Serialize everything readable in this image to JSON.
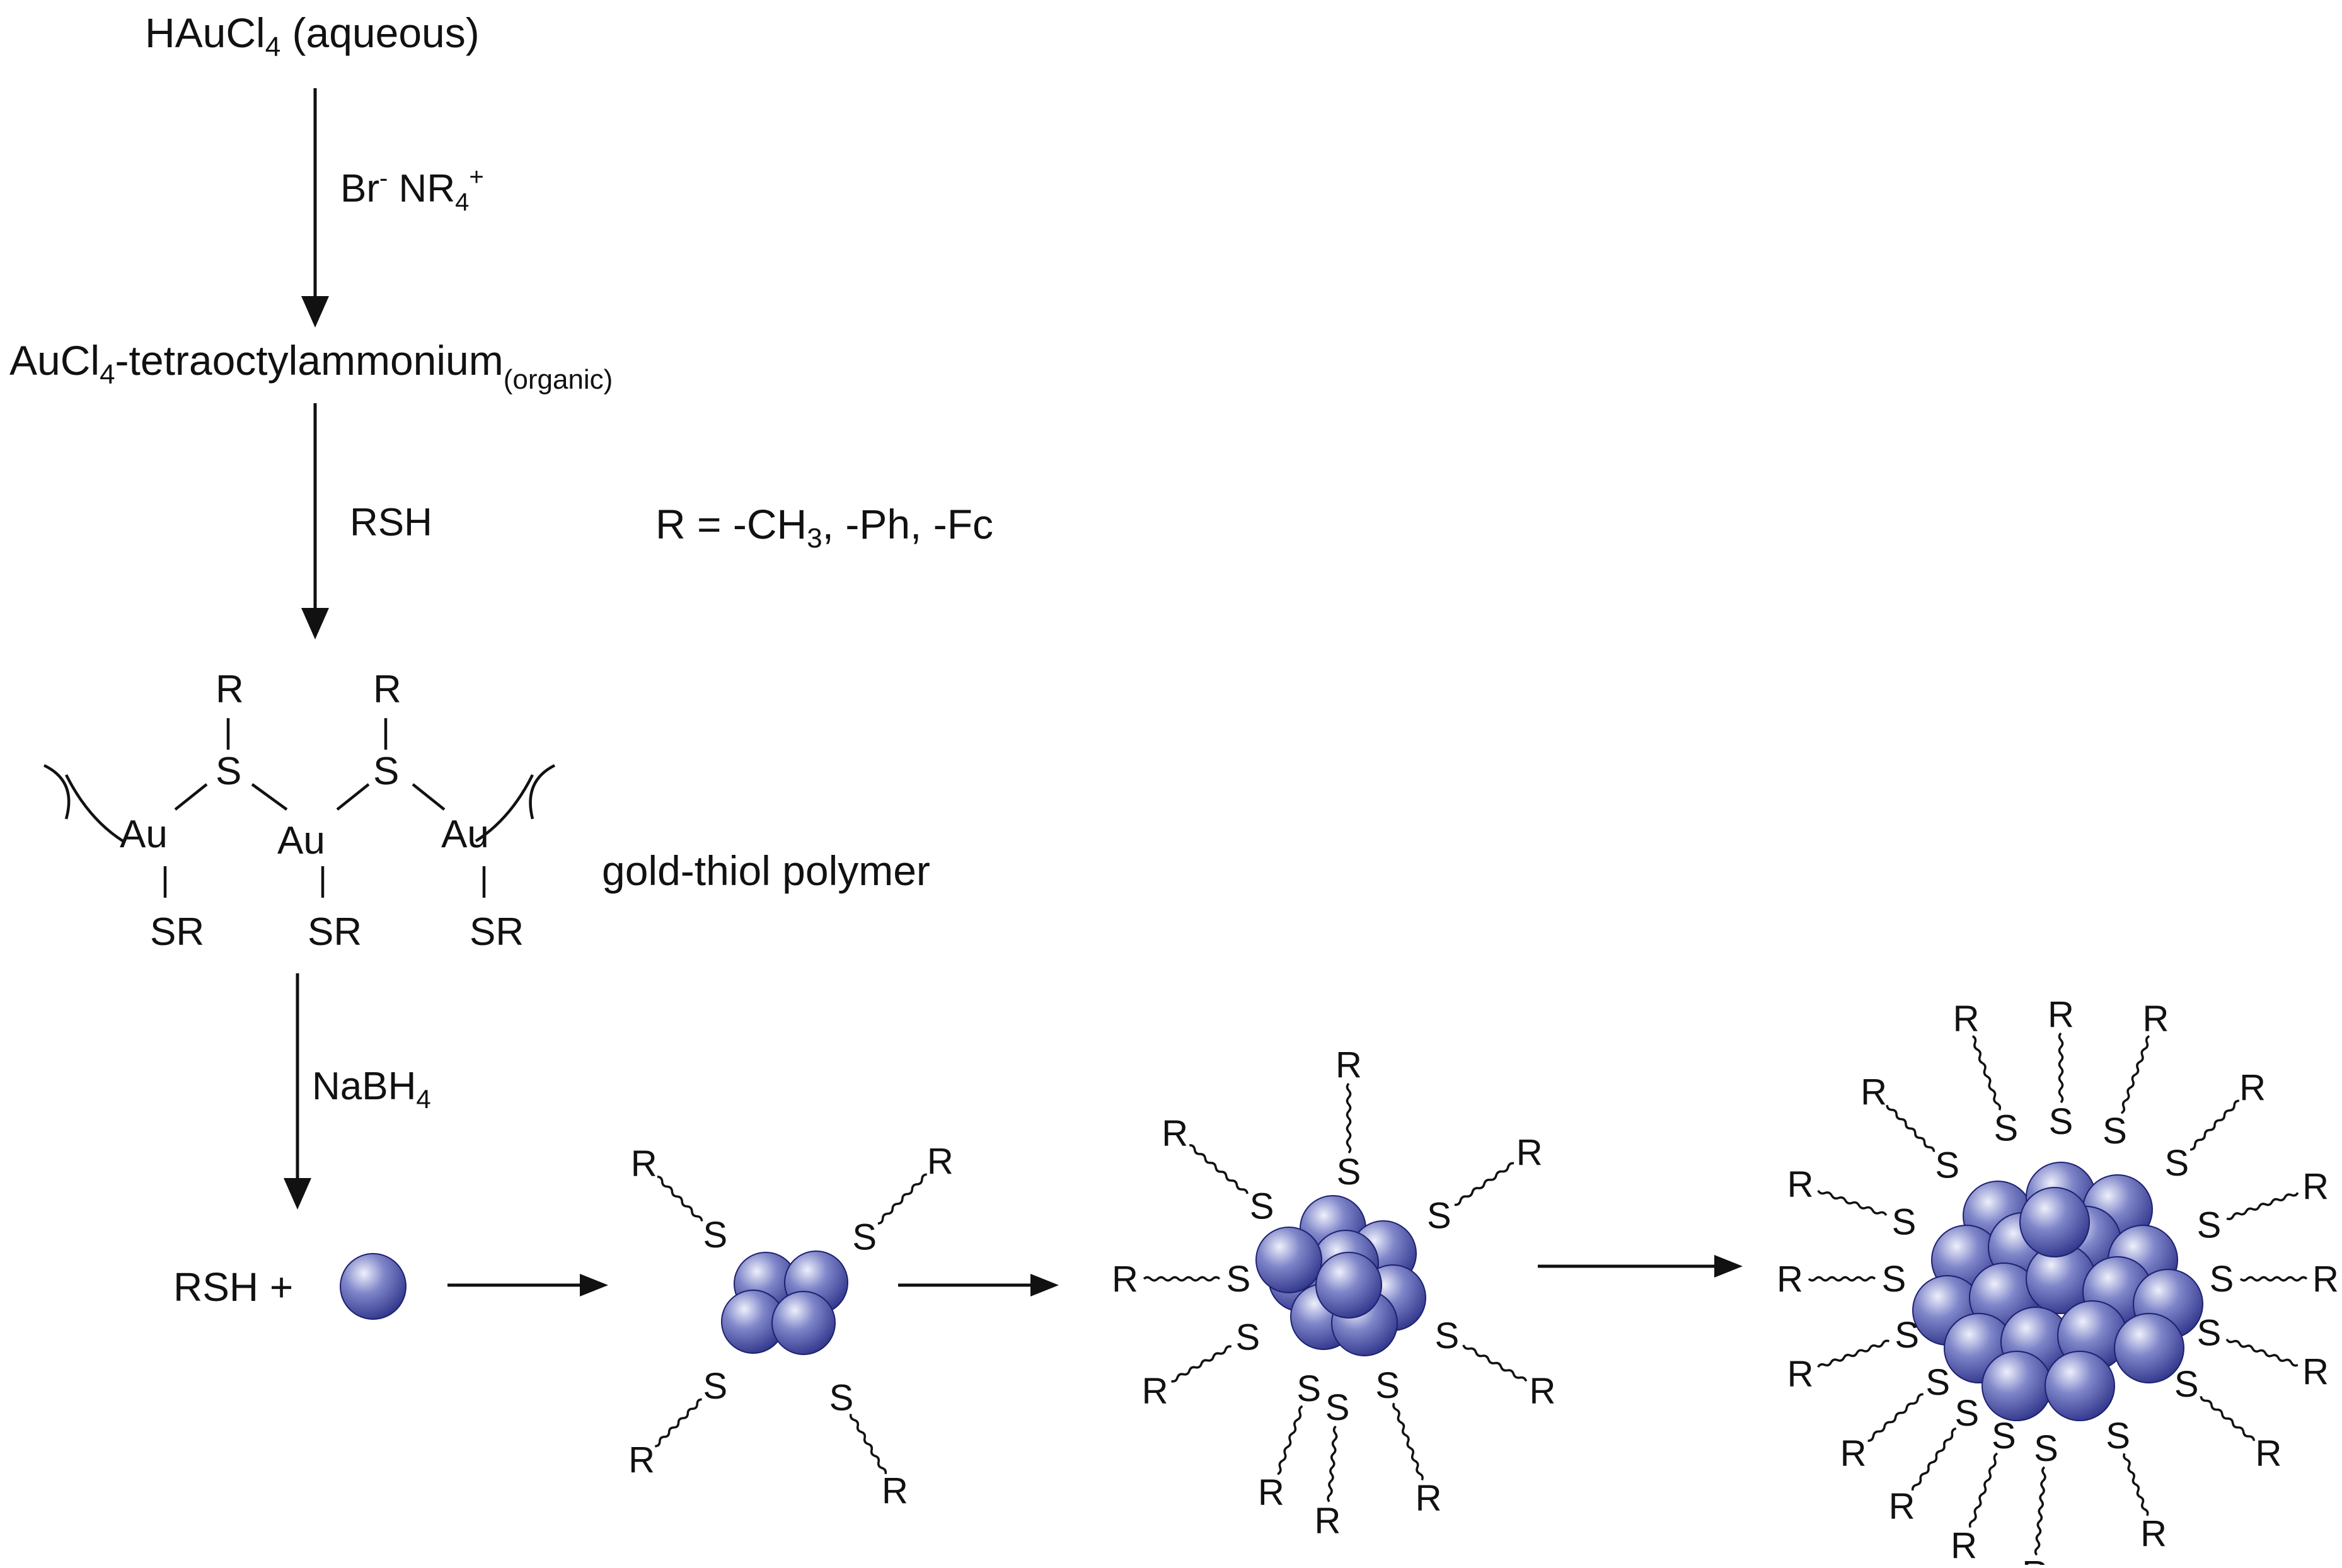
{
  "colors": {
    "ink": "#111111",
    "sphere_light": "#eef0fb",
    "sphere_mid": "#7f86c9",
    "sphere_dark": "#2a2f86",
    "background": "#ffffff"
  },
  "steps": {
    "start": {
      "main": "HAuCl",
      "sub": "4",
      "rest": " (aqueous)"
    },
    "reagent1": {
      "a": "Br",
      "a_sup": "-",
      "b": " NR",
      "b_sub": "4",
      "b_sup": "+"
    },
    "intermediate": {
      "main": "AuCl",
      "sub": "4",
      "rest": "-tetraoctylammonium",
      "phase": "(organic)"
    },
    "reagent2": "RSH",
    "r_definition": {
      "pre": "R = -CH",
      "sub": "3",
      "post": ", -Ph, -Fc"
    },
    "polymer_caption": "gold-thiol polymer",
    "reagent3": {
      "main": "NaBH",
      "sub": "4"
    },
    "product_start": "RSH +"
  },
  "polymer": {
    "au": "Au",
    "s": "S",
    "r": "R",
    "sr": "SR"
  },
  "clusters": {
    "s": "S",
    "r": "R"
  }
}
